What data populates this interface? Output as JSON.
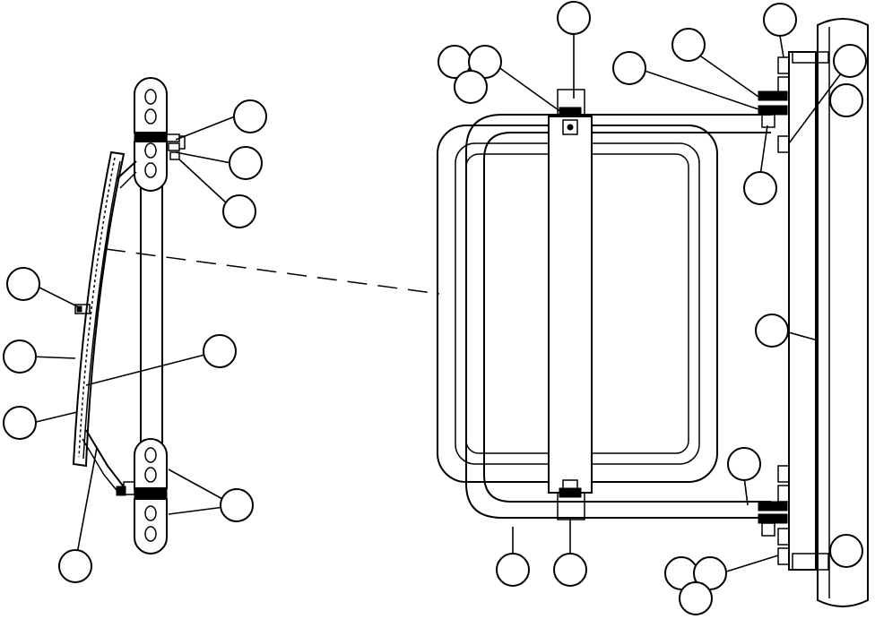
{
  "colors": {
    "ink": "#000000",
    "paper": "#ffffff"
  },
  "callouts": [
    {
      "id": "c1",
      "label": ""
    },
    {
      "id": "c2",
      "label": ""
    },
    {
      "id": "c3",
      "label": ""
    },
    {
      "id": "c4",
      "label": ""
    },
    {
      "id": "c5",
      "label": ""
    },
    {
      "id": "c6",
      "label": ""
    },
    {
      "id": "c7",
      "label": ""
    },
    {
      "id": "c8",
      "label": ""
    },
    {
      "id": "c9",
      "label": ""
    },
    {
      "id": "c10",
      "label": ""
    },
    {
      "id": "c11",
      "label": ""
    },
    {
      "id": "c12",
      "label": ""
    },
    {
      "id": "c13",
      "label": ""
    },
    {
      "id": "c14",
      "label": ""
    },
    {
      "id": "c15",
      "label": ""
    },
    {
      "id": "c16",
      "label": ""
    },
    {
      "id": "c17",
      "label": ""
    },
    {
      "id": "c18",
      "label": ""
    },
    {
      "id": "c19",
      "label": ""
    },
    {
      "id": "c20",
      "label": ""
    },
    {
      "id": "c21",
      "label": ""
    },
    {
      "id": "c22",
      "label": ""
    },
    {
      "id": "c23",
      "label": ""
    },
    {
      "id": "c24",
      "label": ""
    },
    {
      "id": "c25",
      "label": ""
    }
  ]
}
